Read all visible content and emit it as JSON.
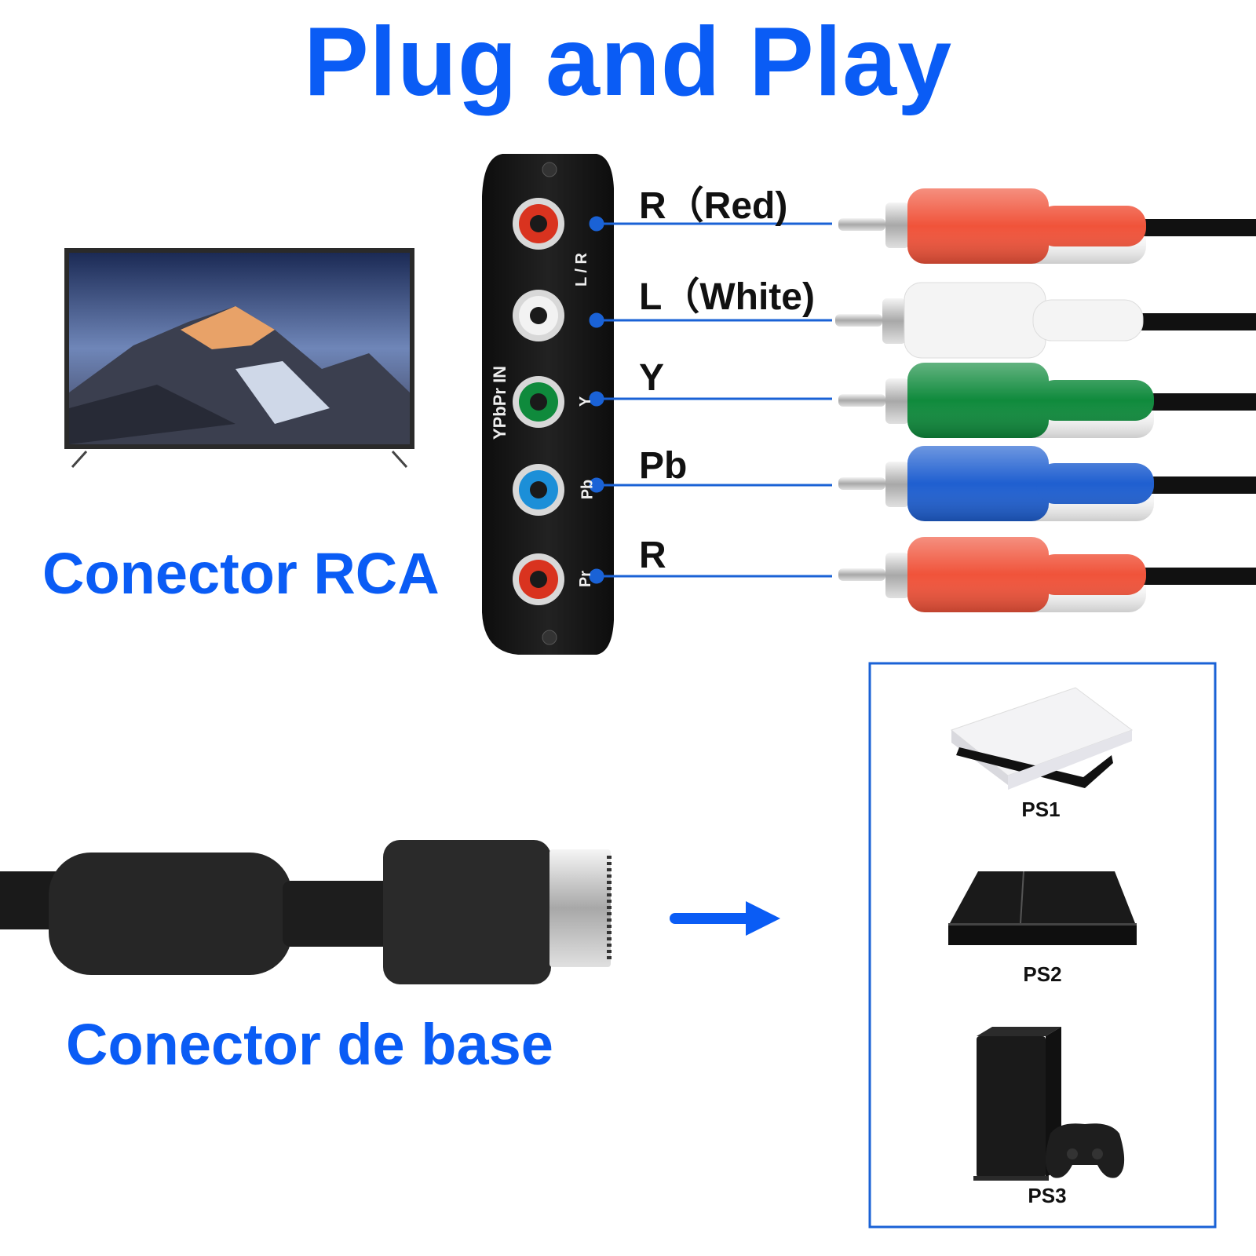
{
  "title": "Plug and Play",
  "labels": {
    "rca_connector": "Conector RCA",
    "base_connector": "Conector de base"
  },
  "ports": [
    {
      "label": "R（Red)",
      "panel_label": "L / R",
      "color": "#d9331f"
    },
    {
      "label": "L（White)",
      "panel_label": "",
      "color": "#f2f2f2"
    },
    {
      "label": "Y",
      "panel_label": "Y",
      "color": "#0f8a3c"
    },
    {
      "label": "Pb",
      "panel_label": "Pb",
      "color": "#1666d8"
    },
    {
      "label": "R",
      "panel_label": "Pr",
      "color": "#d9331f"
    }
  ],
  "panel": {
    "vertical_label": "YPbPr IN"
  },
  "consoles": [
    {
      "label": "PS1"
    },
    {
      "label": "PS2"
    },
    {
      "label": "PS3"
    }
  ],
  "colors": {
    "accent": "#0a5cf5",
    "leader_line": "#1a62d6",
    "text": "#111111"
  }
}
